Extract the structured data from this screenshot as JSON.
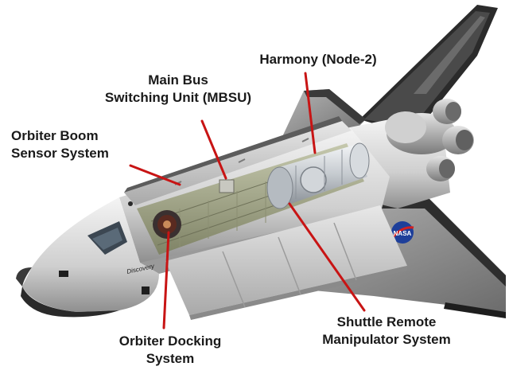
{
  "diagram": {
    "labels": {
      "harmony": {
        "line1": "Harmony (Node-2)"
      },
      "mbsu": {
        "line1": "Main Bus",
        "line2": "Switching Unit (MBSU)"
      },
      "boom": {
        "line1": "Orbiter Boom",
        "line2": "Sensor System"
      },
      "docking": {
        "line1": "Orbiter Docking",
        "line2": "System"
      },
      "rms": {
        "line1": "Shuttle Remote",
        "line2": "Manipulator System"
      }
    },
    "orbiter_name": "Discovery",
    "agency_logo": "NASA",
    "colors": {
      "leader_line": "#c81414",
      "hull": "#d9d9d9",
      "tile_black": "#1c1c1c",
      "bay_interior": "#9ea184",
      "background": "#ffffff"
    }
  }
}
